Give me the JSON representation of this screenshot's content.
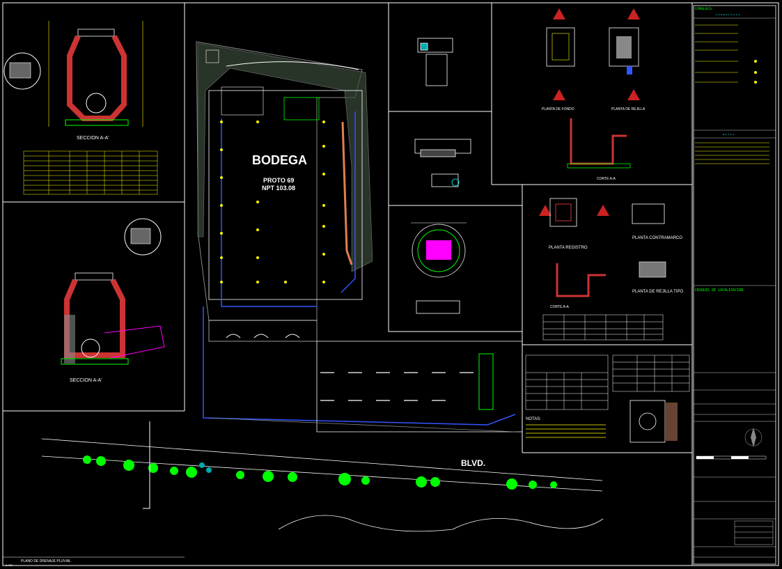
{
  "drawing": {
    "main_building": "BODEGA",
    "proto_label": "PROTO 69",
    "level_label": "NPT 103.08",
    "boulevard": "BLVD.",
    "sheet_title": "PLANO DE DRENAJE PLUVIAL",
    "sheet_scale": "1:400"
  },
  "details": {
    "section_a1": "SECCION A-A'",
    "section_a2": "SECCION A-A'",
    "planta_registro": "PLANTA REGISTRO",
    "planta_contramarco": "PLANTA CONTRAMARCO",
    "planta_rejilla_tipo": "PLANTA DE REJILLA TIPO",
    "corte_aa_1": "CORTE A-A",
    "corte_aa_2": "CORTE A-A",
    "planta_fondo": "PLANTA DE FONDO",
    "planta_rejilla": "PLANTA DE REJILLA",
    "notas": "NOTAS:",
    "croquis": "CROQUIS DE LOCALIZACION"
  },
  "title_block": {
    "header": "SIMBOLOGIA",
    "symbology_title": "S I M B O L O G I A",
    "notes_title": "N O T A S"
  },
  "colors": {
    "background": "#000000",
    "frame": "#ffffff",
    "annotation": "#ffff00",
    "drain_line": "#3355ff",
    "vegetation": "#00ff00",
    "masonry": "#cc3333",
    "grate": "#ff00ff",
    "cyan": "#00ffff"
  }
}
